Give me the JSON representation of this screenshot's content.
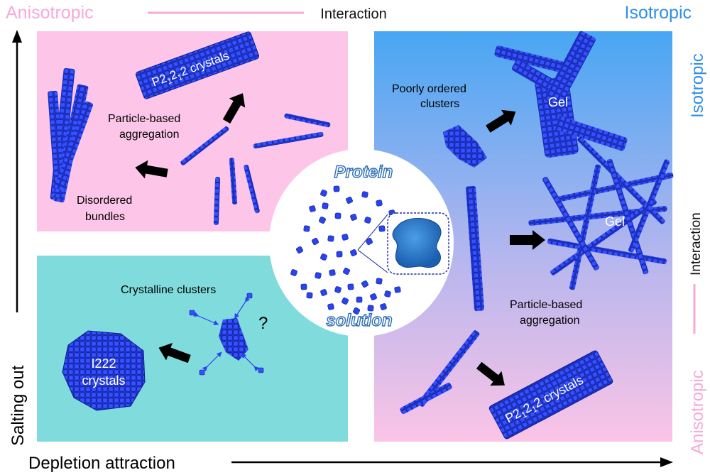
{
  "header": {
    "left_label": "Anisotropic",
    "center_label": "Interaction",
    "right_label": "Isotropic"
  },
  "right_axis": {
    "top_label": "Isotropic",
    "middle_label": "Interaction",
    "bottom_label": "Anisotropic"
  },
  "axes": {
    "y_label": "Salting out",
    "x_label": "Depletion attraction"
  },
  "colors": {
    "anisotropic_pink": "#f7a9d8",
    "isotropic_blue": "#2f8fe6",
    "pink_panel": "#fdc6e8",
    "teal_panel": "#80dcdc",
    "blue_panel_top": "#48a6f3",
    "blue_panel_bottom": "#fbc4e6",
    "particle_blue": "#2a43f0"
  },
  "panels": {
    "top_left": {
      "crystal_base": "P2",
      "crystal_sub1": "1",
      "crystal_mid": "2",
      "crystal_sub2": "1",
      "crystal_tail": "2 crystals",
      "aggregation_line1": "Particle-based",
      "aggregation_line2": "aggregation",
      "bundles_line1": "Disordered",
      "bundles_line2": "bundles"
    },
    "bottom_left": {
      "clusters_label": "Crystalline clusters",
      "question_mark": "?",
      "crystal_line1": "I222",
      "crystal_line2": "crystals"
    },
    "center": {
      "top_word": "Protein",
      "bottom_word": "solution"
    },
    "right": {
      "poorly_line1": "Poorly ordered",
      "poorly_line2": "clusters",
      "gel_top": "Gel",
      "gel_mid": "Gel",
      "aggregation_line1": "Particle-based",
      "aggregation_line2": "aggregation",
      "crystal_base": "P2",
      "crystal_sub1": "1",
      "crystal_mid": "2",
      "crystal_sub2": "1",
      "crystal_tail": "2 crystals"
    }
  }
}
